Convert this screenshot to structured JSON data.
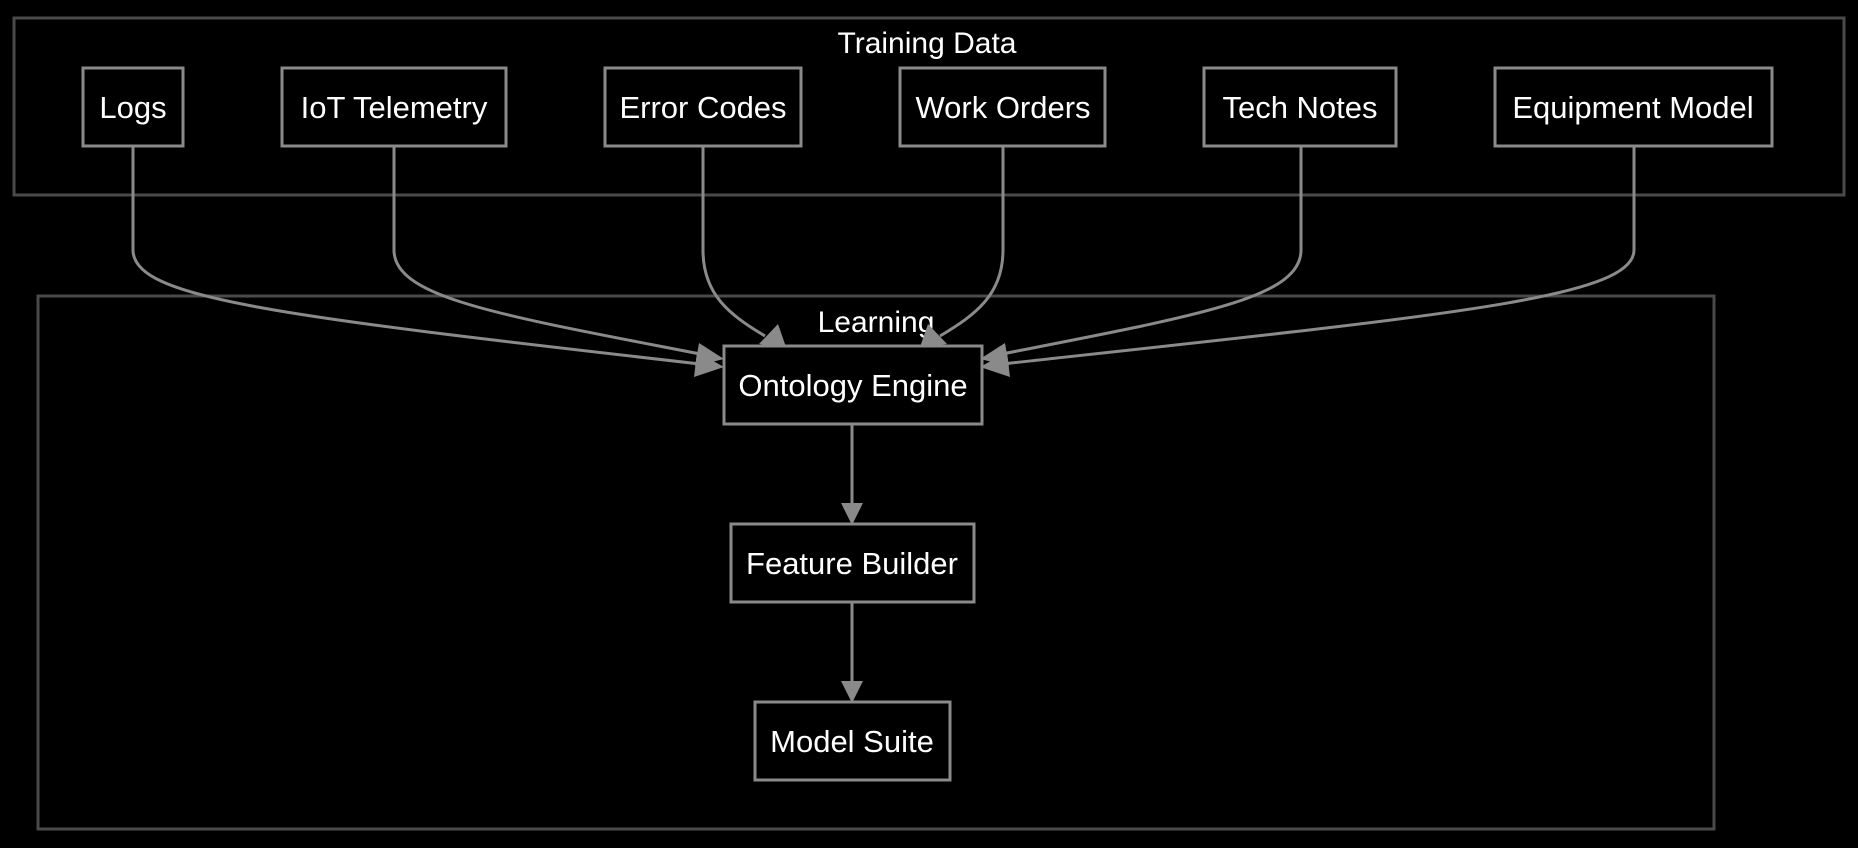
{
  "colors": {
    "background": "#000000",
    "group_border": "#4a4a4a",
    "node_border": "#8a8a8a",
    "edge": "#8a8a8a",
    "text": "#ffffff"
  },
  "groups": {
    "training_data": {
      "label": "Training Data"
    },
    "learning": {
      "label": "Learning"
    }
  },
  "nodes": {
    "logs": "Logs",
    "iot_telemetry": "IoT Telemetry",
    "error_codes": "Error Codes",
    "work_orders": "Work Orders",
    "tech_notes": "Tech Notes",
    "equipment_model": "Equipment Model",
    "ontology_engine": "Ontology Engine",
    "feature_builder": "Feature Builder",
    "model_suite": "Model Suite"
  },
  "edges": [
    {
      "from": "logs",
      "to": "ontology_engine"
    },
    {
      "from": "iot_telemetry",
      "to": "ontology_engine"
    },
    {
      "from": "error_codes",
      "to": "ontology_engine"
    },
    {
      "from": "work_orders",
      "to": "ontology_engine"
    },
    {
      "from": "tech_notes",
      "to": "ontology_engine"
    },
    {
      "from": "equipment_model",
      "to": "ontology_engine"
    },
    {
      "from": "ontology_engine",
      "to": "feature_builder"
    },
    {
      "from": "feature_builder",
      "to": "model_suite"
    }
  ]
}
